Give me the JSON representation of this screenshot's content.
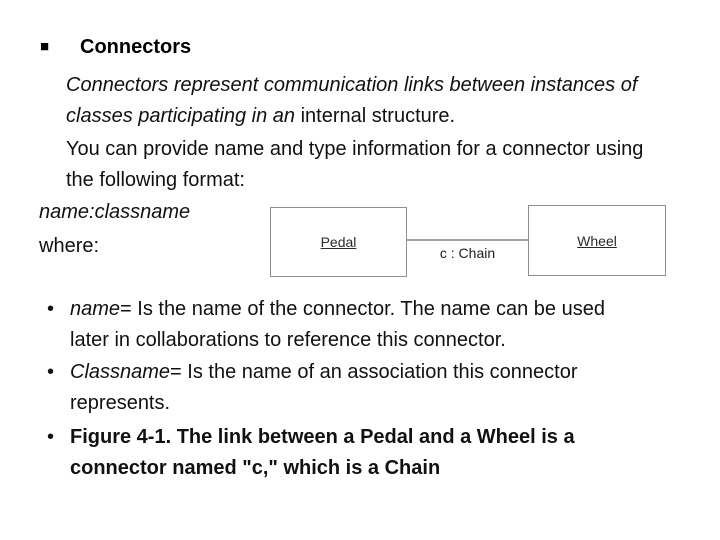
{
  "slide": {
    "heading": {
      "bullet": "■",
      "label": "Connectors"
    },
    "intro": {
      "italic": "Connectors represent communication links between instances of classes participating in an ",
      "regular": "internal structure."
    },
    "format_note": "You can provide name and type information for a connector using the following format:",
    "format_syntax": "name:classname",
    "where_label": "where:",
    "figure": {
      "left_class": "Pedal",
      "right_class": "Wheel",
      "connector_label": "c : Chain",
      "box_border_color": "#8f8f8f",
      "line_color": "#a3a3a3"
    },
    "bullets": [
      {
        "marker": "•",
        "em": "name",
        "text": "= Is the name of the connector. The name can be used later in collaborations to reference this connector."
      },
      {
        "marker": "•",
        "em": "Classname",
        "text": "= Is the name of an association this connector represents."
      },
      {
        "marker": "•",
        "em": "",
        "text": "Figure 4-1. The link between a Pedal and a Wheel is a connector named \"c,\" which is a Chain"
      }
    ]
  }
}
